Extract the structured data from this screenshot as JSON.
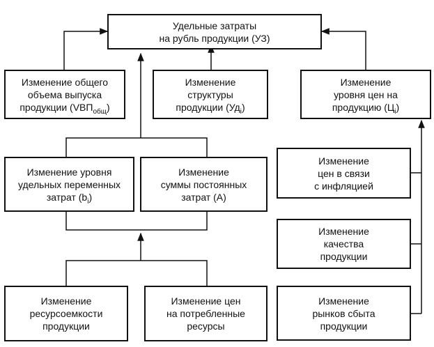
{
  "diagram": {
    "top": {
      "text": "Удельные затраты\nна рубль продукции (УЗ)"
    },
    "vbp": {
      "text": "Изменение общего\nобъема выпуска\nпродукции (VBП",
      "sub": "общ",
      "tail": ")"
    },
    "structure": {
      "text": "Изменение\nструктуры\nпродукции (Уд",
      "sub": "i",
      "tail": ")"
    },
    "price_level": {
      "text": "Изменение\nуровня цен на\nпродукцию (Ц",
      "sub": "i",
      "tail": ")"
    },
    "variable": {
      "text": "Изменение уровня\nудельных переменных\nзатрат (b",
      "sub": "i",
      "tail": ")"
    },
    "fixed": {
      "text": "Изменение\nсуммы постоянных\nзатрат (А)"
    },
    "inflation": {
      "text": "Изменение\nцен в связи\nс инфляцией"
    },
    "quality": {
      "text": "Изменение\nкачества\nпродукции"
    },
    "markets": {
      "text": "Изменение\nрынков сбыта\nпродукции"
    },
    "resource_intensity": {
      "text": "Изменение\nресурсоемкости\nпродукции"
    },
    "resource_prices": {
      "text": "Изменение цен\nна потребленные\nресурсы"
    }
  }
}
